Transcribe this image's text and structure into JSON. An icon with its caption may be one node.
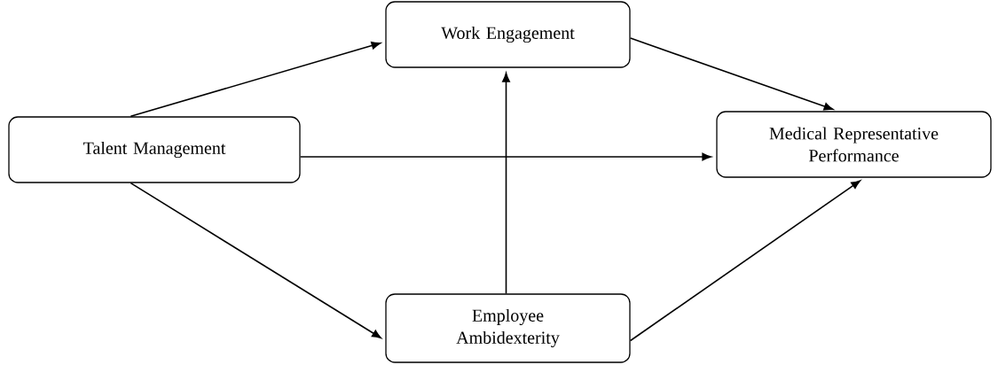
{
  "diagram": {
    "nodes": [
      {
        "text": [
          "Talent Management"
        ]
      },
      {
        "text": [
          "Work Engagement"
        ]
      },
      {
        "text": [
          "Medical Representative Performance"
        ]
      },
      {
        "text": [
          "Employee Ambidexterity"
        ]
      }
    ],
    "edges": [
      {
        "from": 0,
        "to": 1,
        "arrow": "to"
      },
      {
        "from": 0,
        "to": 2,
        "arrow": "to"
      },
      {
        "from": 0,
        "to": 3,
        "arrow": "to"
      },
      {
        "from": 1,
        "to": 2,
        "arrow": "to"
      },
      {
        "from": 3,
        "to": 1,
        "arrow": "to"
      },
      {
        "from": 3,
        "to": 2,
        "arrow": "to"
      }
    ]
  }
}
